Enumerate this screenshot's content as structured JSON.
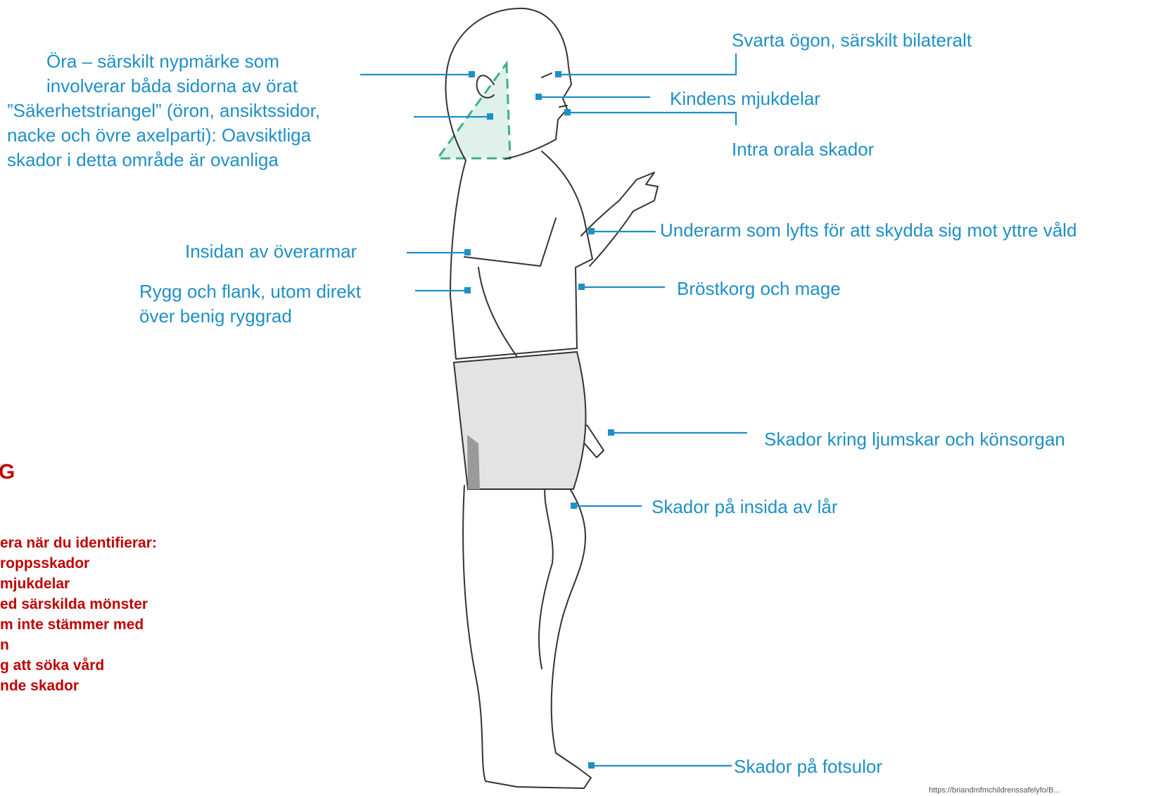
{
  "labels": {
    "ear": [
      "Öra – särskilt nypmärke som",
      "involverar båda sidorna av örat"
    ],
    "triangle": [
      "”Säkerhetstriangel” (öron, ansiktssidor,",
      "nacke och övre axelparti): Oavsiktliga",
      "skador i detta område är ovanliga"
    ],
    "black_eyes": "Svarta ögon, särskilt bilateralt",
    "cheek": "Kindens mjukdelar",
    "intra_oral": "Intra orala skador",
    "upper_arms": "Insidan av överarmar",
    "back": [
      "Rygg och flank, utom direkt",
      "över benig ryggrad"
    ],
    "forearm": "Underarm som lyfts för att skydda sig mot yttre våld",
    "chest": "Bröstkorg och mage",
    "groin": "Skador kring ljumskar och könsorgan",
    "thighs": "Skador på insida av lår",
    "soles": "Skador på fotsulor"
  },
  "sidebar": {
    "heading": "G",
    "lines": [
      "era när du identifierar:",
      "roppsskador",
      "mjukdelar",
      "ed särskilda mönster",
      "m inte stämmer med",
      "n",
      "g att söka vård",
      "nde skador"
    ]
  },
  "footer": "https://briandmfmchildrenssafelyfo/B..."
}
